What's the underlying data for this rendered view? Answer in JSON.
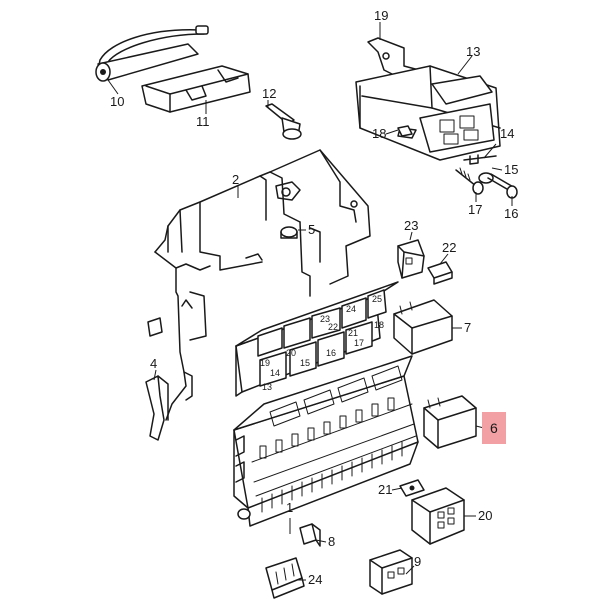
{
  "callouts": {
    "c1": "1",
    "c2": "2",
    "c4": "4",
    "c5": "5",
    "c6": "6",
    "c7": "7",
    "c8": "8",
    "c9": "9",
    "c10": "10",
    "c11": "11",
    "c12": "12",
    "c13": "13",
    "c14": "14",
    "c15": "15",
    "c16": "16",
    "c17": "17",
    "c18": "18",
    "c19": "19",
    "c20": "20",
    "c21": "21",
    "c22": "22",
    "c23": "23",
    "c24": "24"
  },
  "relay_labels": {
    "r25": "25",
    "r24": "24",
    "r23": "23",
    "r22": "22",
    "r21": "21",
    "r20": "20",
    "r19": "19",
    "r18": "18",
    "r17": "17",
    "r16": "16",
    "r15": "15",
    "r14": "14",
    "r13": "13"
  },
  "highlight": {
    "color": "#f2a0a4"
  }
}
